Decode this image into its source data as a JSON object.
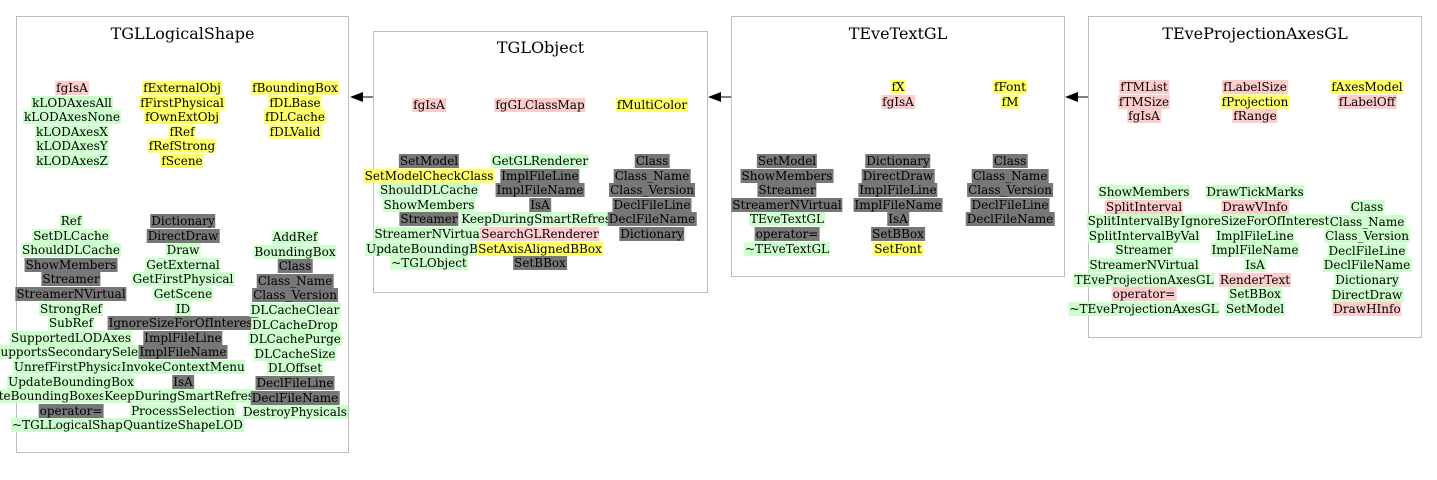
{
  "colors": {
    "data_member": "#ffff66",
    "private": "#ffcccc",
    "public_method": "#ccffcc",
    "inherited": "#777777",
    "border": "#bdbdbd"
  },
  "classes": [
    {
      "name": "TGLLogicalShape",
      "columns": [
        [
          {
            "t": "fgIsA",
            "c": "private"
          },
          {
            "t": "kLODAxesAll",
            "c": "public_method"
          },
          {
            "t": "kLODAxesNone",
            "c": "public_method"
          },
          {
            "t": "kLODAxesX",
            "c": "public_method"
          },
          {
            "t": "kLODAxesY",
            "c": "public_method"
          },
          {
            "t": "kLODAxesZ",
            "c": "public_method"
          }
        ],
        [
          {
            "t": "fExternalObj",
            "c": "data_member"
          },
          {
            "t": "fFirstPhysical",
            "c": "data_member"
          },
          {
            "t": "fOwnExtObj",
            "c": "data_member"
          },
          {
            "t": "fRef",
            "c": "data_member"
          },
          {
            "t": "fRefStrong",
            "c": "data_member"
          },
          {
            "t": "fScene",
            "c": "data_member"
          }
        ],
        [
          {
            "t": "fBoundingBox",
            "c": "data_member"
          },
          {
            "t": "fDLBase",
            "c": "data_member"
          },
          {
            "t": "fDLCache",
            "c": "data_member"
          },
          {
            "t": "fDLValid",
            "c": "data_member"
          }
        ],
        [
          {
            "t": "Ref",
            "c": "public_method"
          },
          {
            "t": "SetDLCache",
            "c": "public_method"
          },
          {
            "t": "ShouldDLCache",
            "c": "public_method"
          },
          {
            "t": "ShowMembers",
            "c": "inherited"
          },
          {
            "t": "Streamer",
            "c": "inherited"
          },
          {
            "t": "StreamerNVirtual",
            "c": "inherited"
          },
          {
            "t": "StrongRef",
            "c": "public_method"
          },
          {
            "t": "SubRef",
            "c": "public_method"
          },
          {
            "t": "SupportedLODAxes",
            "c": "public_method"
          },
          {
            "t": "SupportsSecondarySelect",
            "c": "public_method"
          },
          {
            "t": "UnrefFirstPhysical",
            "c": "public_method"
          },
          {
            "t": "UpdateBoundingBox",
            "c": "public_method"
          },
          {
            "t": "UpdateBoundingBoxesOfPhysicals",
            "c": "public_method"
          },
          {
            "t": "operator=",
            "c": "inherited"
          },
          {
            "t": "~TGLLogicalShape",
            "c": "public_method"
          }
        ],
        [
          {
            "t": "Dictionary",
            "c": "inherited"
          },
          {
            "t": "DirectDraw",
            "c": "inherited"
          },
          {
            "t": "Draw",
            "c": "public_method"
          },
          {
            "t": "GetExternal",
            "c": "public_method"
          },
          {
            "t": "GetFirstPhysical",
            "c": "public_method"
          },
          {
            "t": "GetScene",
            "c": "public_method"
          },
          {
            "t": "ID",
            "c": "public_method"
          },
          {
            "t": "IgnoreSizeForOfInterest",
            "c": "inherited"
          },
          {
            "t": "ImplFileLine",
            "c": "inherited"
          },
          {
            "t": "ImplFileName",
            "c": "inherited"
          },
          {
            "t": "InvokeContextMenu",
            "c": "public_method"
          },
          {
            "t": "IsA",
            "c": "inherited"
          },
          {
            "t": "KeepDuringSmartRefresh",
            "c": "public_method"
          },
          {
            "t": "ProcessSelection",
            "c": "public_method"
          },
          {
            "t": "QuantizeShapeLOD",
            "c": "public_method"
          }
        ],
        [
          {
            "t": "AddRef",
            "c": "public_method"
          },
          {
            "t": "BoundingBox",
            "c": "public_method"
          },
          {
            "t": "Class",
            "c": "inherited"
          },
          {
            "t": "Class_Name",
            "c": "inherited"
          },
          {
            "t": "Class_Version",
            "c": "inherited"
          },
          {
            "t": "DLCacheClear",
            "c": "public_method"
          },
          {
            "t": "DLCacheDrop",
            "c": "public_method"
          },
          {
            "t": "DLCachePurge",
            "c": "public_method"
          },
          {
            "t": "DLCacheSize",
            "c": "public_method"
          },
          {
            "t": "DLOffset",
            "c": "public_method"
          },
          {
            "t": "DeclFileLine",
            "c": "inherited"
          },
          {
            "t": "DeclFileName",
            "c": "inherited"
          },
          {
            "t": "DestroyPhysicals",
            "c": "public_method"
          }
        ]
      ]
    },
    {
      "name": "TGLObject",
      "columns": [
        [
          {
            "t": "fgIsA",
            "c": "private"
          }
        ],
        [
          {
            "t": "fgGLClassMap",
            "c": "private"
          }
        ],
        [
          {
            "t": "fMultiColor",
            "c": "data_member"
          }
        ],
        [
          {
            "t": "SetModel",
            "c": "inherited"
          },
          {
            "t": "SetModelCheckClass",
            "c": "data_member"
          },
          {
            "t": "ShouldDLCache",
            "c": "public_method"
          },
          {
            "t": "ShowMembers",
            "c": "public_method"
          },
          {
            "t": "Streamer",
            "c": "inherited"
          },
          {
            "t": "StreamerNVirtual",
            "c": "public_method"
          },
          {
            "t": "UpdateBoundingBox",
            "c": "public_method"
          },
          {
            "t": "~TGLObject",
            "c": "public_method"
          }
        ],
        [
          {
            "t": "GetGLRenderer",
            "c": "public_method"
          },
          {
            "t": "ImplFileLine",
            "c": "inherited"
          },
          {
            "t": "ImplFileName",
            "c": "inherited"
          },
          {
            "t": "IsA",
            "c": "inherited"
          },
          {
            "t": "KeepDuringSmartRefresh",
            "c": "public_method"
          },
          {
            "t": "SearchGLRenderer",
            "c": "private"
          },
          {
            "t": "SetAxisAlignedBBox",
            "c": "data_member"
          },
          {
            "t": "SetBBox",
            "c": "inherited"
          }
        ],
        [
          {
            "t": "Class",
            "c": "inherited"
          },
          {
            "t": "Class_Name",
            "c": "inherited"
          },
          {
            "t": "Class_Version",
            "c": "inherited"
          },
          {
            "t": "DeclFileLine",
            "c": "inherited"
          },
          {
            "t": "DeclFileName",
            "c": "inherited"
          },
          {
            "t": "Dictionary",
            "c": "inherited"
          }
        ]
      ]
    },
    {
      "name": "TEveTextGL",
      "columns": [
        [],
        [
          {
            "t": "fX",
            "c": "data_member"
          },
          {
            "t": "fgIsA",
            "c": "private"
          }
        ],
        [
          {
            "t": "fFont",
            "c": "data_member"
          },
          {
            "t": "fM",
            "c": "data_member"
          }
        ],
        [
          {
            "t": "SetModel",
            "c": "inherited"
          },
          {
            "t": "ShowMembers",
            "c": "inherited"
          },
          {
            "t": "Streamer",
            "c": "inherited"
          },
          {
            "t": "StreamerNVirtual",
            "c": "inherited"
          },
          {
            "t": "TEveTextGL",
            "c": "public_method"
          },
          {
            "t": "operator=",
            "c": "inherited"
          },
          {
            "t": "~TEveTextGL",
            "c": "public_method"
          }
        ],
        [
          {
            "t": "Dictionary",
            "c": "inherited"
          },
          {
            "t": "DirectDraw",
            "c": "inherited"
          },
          {
            "t": "ImplFileLine",
            "c": "inherited"
          },
          {
            "t": "ImplFileName",
            "c": "inherited"
          },
          {
            "t": "IsA",
            "c": "inherited"
          },
          {
            "t": "SetBBox",
            "c": "inherited"
          },
          {
            "t": "SetFont",
            "c": "data_member"
          }
        ],
        [
          {
            "t": "Class",
            "c": "inherited"
          },
          {
            "t": "Class_Name",
            "c": "inherited"
          },
          {
            "t": "Class_Version",
            "c": "inherited"
          },
          {
            "t": "DeclFileLine",
            "c": "inherited"
          },
          {
            "t": "DeclFileName",
            "c": "inherited"
          }
        ]
      ]
    },
    {
      "name": "TEveProjectionAxesGL",
      "columns": [
        [
          {
            "t": "fTMList",
            "c": "private"
          },
          {
            "t": "fTMSize",
            "c": "private"
          },
          {
            "t": "fgIsA",
            "c": "private"
          }
        ],
        [
          {
            "t": "fLabelSize",
            "c": "private"
          },
          {
            "t": "fProjection",
            "c": "data_member"
          },
          {
            "t": "fRange",
            "c": "private"
          }
        ],
        [
          {
            "t": "fAxesModel",
            "c": "data_member"
          },
          {
            "t": "fLabelOff",
            "c": "private"
          }
        ],
        [
          {
            "t": "ShowMembers",
            "c": "public_method"
          },
          {
            "t": "SplitInterval",
            "c": "private"
          },
          {
            "t": "SplitIntervalByPos",
            "c": "public_method"
          },
          {
            "t": "SplitIntervalByVal",
            "c": "public_method"
          },
          {
            "t": "Streamer",
            "c": "public_method"
          },
          {
            "t": "StreamerNVirtual",
            "c": "public_method"
          },
          {
            "t": "TEveProjectionAxesGL",
            "c": "public_method"
          },
          {
            "t": "operator=",
            "c": "private"
          },
          {
            "t": "~TEveProjectionAxesGL",
            "c": "public_method"
          }
        ],
        [
          {
            "t": "DrawTickMarks",
            "c": "public_method"
          },
          {
            "t": "DrawVInfo",
            "c": "private"
          },
          {
            "t": "IgnoreSizeForOfInterest",
            "c": "public_method"
          },
          {
            "t": "ImplFileLine",
            "c": "public_method"
          },
          {
            "t": "ImplFileName",
            "c": "public_method"
          },
          {
            "t": "IsA",
            "c": "public_method"
          },
          {
            "t": "RenderText",
            "c": "private"
          },
          {
            "t": "SetBBox",
            "c": "public_method"
          },
          {
            "t": "SetModel",
            "c": "public_method"
          }
        ],
        [
          {
            "t": "Class",
            "c": "public_method"
          },
          {
            "t": "Class_Name",
            "c": "public_method"
          },
          {
            "t": "Class_Version",
            "c": "public_method"
          },
          {
            "t": "DeclFileLine",
            "c": "public_method"
          },
          {
            "t": "DeclFileName",
            "c": "public_method"
          },
          {
            "t": "Dictionary",
            "c": "public_method"
          },
          {
            "t": "DirectDraw",
            "c": "public_method"
          },
          {
            "t": "DrawHInfo",
            "c": "private"
          }
        ]
      ]
    }
  ]
}
